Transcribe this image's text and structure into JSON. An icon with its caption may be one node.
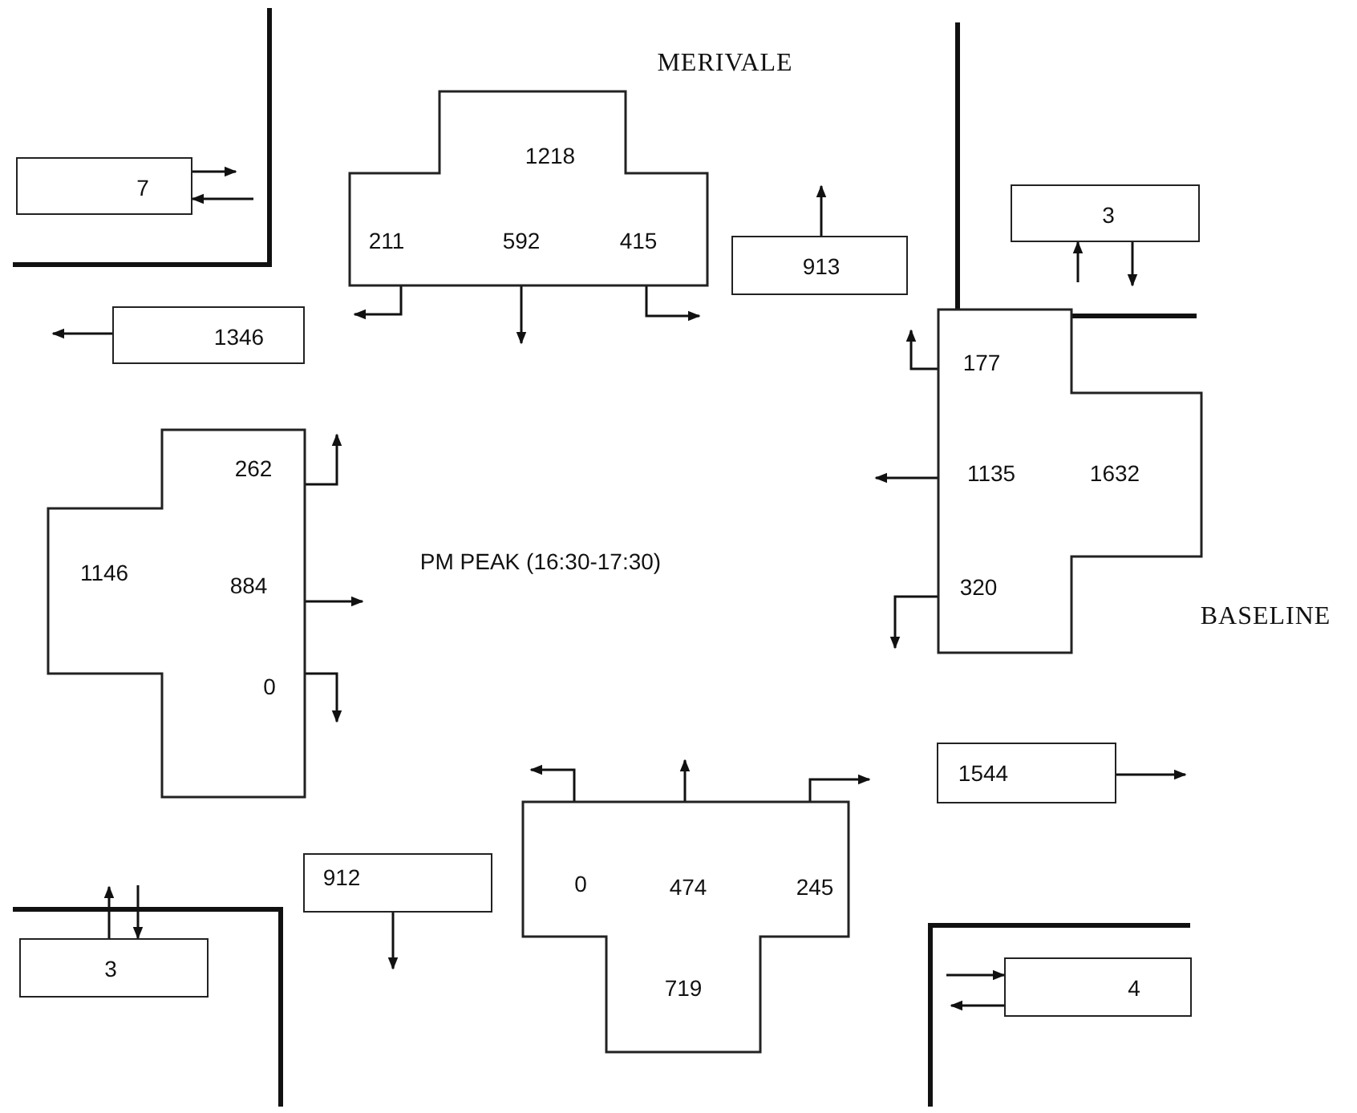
{
  "diagram": {
    "nodes": [
      {
        "text": [
          "7"
        ]
      },
      {
        "text": [
          "1218",
          "211",
          "592",
          "415"
        ]
      },
      {
        "text": [
          "913"
        ]
      },
      {
        "text": [
          "3"
        ]
      },
      {
        "text": [
          "1346"
        ]
      },
      {
        "text": [
          "262",
          "1146",
          "884",
          "0"
        ]
      },
      {
        "text": [
          "177",
          "1135",
          "1632",
          "320"
        ]
      },
      {
        "text": [
          "1544"
        ]
      },
      {
        "text": [
          "912"
        ]
      },
      {
        "text": [
          "0",
          "474",
          "245",
          "719"
        ]
      },
      {
        "text": [
          "3"
        ]
      },
      {
        "text": [
          "4"
        ]
      }
    ],
    "edges": [
      {
        "from": 0,
        "to": null,
        "arrow": "to"
      },
      {
        "from": null,
        "to": 0,
        "arrow": "to"
      },
      {
        "from": 1,
        "to": null,
        "arrow": "to"
      },
      {
        "from": 1,
        "to": null,
        "arrow": "to"
      },
      {
        "from": 1,
        "to": null,
        "arrow": "to"
      },
      {
        "from": 2,
        "to": null,
        "arrow": "to"
      },
      {
        "from": null,
        "to": 3,
        "arrow": "to"
      },
      {
        "from": 3,
        "to": null,
        "arrow": "to"
      },
      {
        "from": 4,
        "to": null,
        "arrow": "to"
      },
      {
        "from": 5,
        "to": null,
        "arrow": "to"
      },
      {
        "from": 5,
        "to": null,
        "arrow": "to"
      },
      {
        "from": 5,
        "to": null,
        "arrow": "to"
      },
      {
        "from": 6,
        "to": null,
        "arrow": "to"
      },
      {
        "from": 6,
        "to": null,
        "arrow": "to"
      },
      {
        "from": 6,
        "to": null,
        "arrow": "to"
      },
      {
        "from": 7,
        "to": null,
        "arrow": "to"
      },
      {
        "from": 8,
        "to": null,
        "arrow": "to"
      },
      {
        "from": 9,
        "to": null,
        "arrow": "to"
      },
      {
        "from": 9,
        "to": null,
        "arrow": "to"
      },
      {
        "from": 9,
        "to": null,
        "arrow": "to"
      },
      {
        "from": 10,
        "to": null,
        "arrow": "to"
      },
      {
        "from": null,
        "to": 10,
        "arrow": "to"
      },
      {
        "from": null,
        "to": 11,
        "arrow": "to"
      },
      {
        "from": 11,
        "to": null,
        "arrow": "to"
      }
    ],
    "labels": [
      "MERIVALE",
      "PM PEAK (16:30-17:30)",
      "BASELINE"
    ]
  }
}
